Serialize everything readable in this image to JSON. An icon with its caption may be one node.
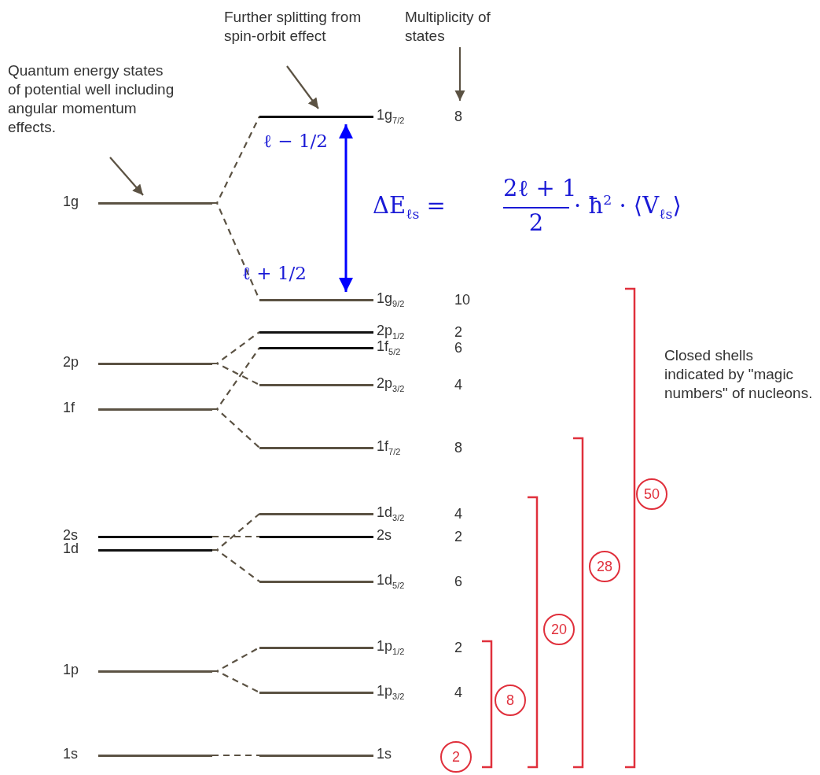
{
  "diagram": {
    "nodes": [
      {
        "text": [
          "Quantum energy states of potential well including angular momentum effects."
        ]
      },
      {
        "text": [
          "Further splitting from spin-orbit effect"
        ]
      },
      {
        "text": [
          "Multiplicity of states"
        ]
      },
      {
        "text": [
          "1g"
        ]
      },
      {
        "text": [
          "1g$_{7/2}$"
        ],
        "beside": [
          "8"
        ]
      },
      {
        "text": [
          "1g$_{9/2}$"
        ],
        "beside": [
          "10"
        ]
      },
      {
        "text": [
          "2p$_{1/2}$"
        ],
        "beside": [
          "2"
        ]
      },
      {
        "text": [
          "1f$_{5/2}$"
        ],
        "beside": [
          "6"
        ]
      },
      {
        "text": [
          "2p"
        ]
      },
      {
        "text": [
          "2p$_{3/2}$"
        ],
        "beside": [
          "4"
        ]
      },
      {
        "text": [
          "1f"
        ]
      },
      {
        "text": [
          "1f$_{7/2}$"
        ],
        "beside": [
          "8"
        ]
      },
      {
        "text": [
          "1d$_{3/2}$"
        ],
        "beside": [
          "4"
        ]
      },
      {
        "text": [
          "2s"
        ]
      },
      {
        "text": [
          "2s"
        ],
        "beside": [
          "2"
        ]
      },
      {
        "text": [
          "1d"
        ]
      },
      {
        "text": [
          "1d$_{5/2}$"
        ],
        "beside": [
          "6"
        ]
      },
      {
        "text": [
          "1p$_{1/2}$"
        ],
        "beside": [
          "2"
        ]
      },
      {
        "text": [
          "1p"
        ]
      },
      {
        "text": [
          "1p$_{3/2}$"
        ],
        "beside": [
          "4"
        ]
      },
      {
        "text": [
          "1s"
        ]
      },
      {
        "text": [
          "1s"
        ]
      },
      {
        "text": [
          "50"
        ]
      },
      {
        "text": [
          "28"
        ]
      },
      {
        "text": [
          "20"
        ]
      },
      {
        "text": [
          "8"
        ]
      },
      {
        "text": [
          "2"
        ]
      }
    ],
    "edges": [
      {
        "from": 0,
        "to": 3,
        "arrow": "to"
      },
      {
        "from": 1,
        "to": 4,
        "arrow": "to"
      },
      {
        "from": 2,
        "to": 4,
        "arrow": "to"
      },
      {
        "from": 3,
        "to": 4,
        "arrow": "none",
        "style": "dashed"
      },
      {
        "from": 3,
        "to": 5,
        "arrow": "none",
        "style": "dashed"
      },
      {
        "from": 4,
        "to": 5,
        "arrow": "both",
        "color": "#0000ff"
      },
      {
        "from": 8,
        "to": 6,
        "arrow": "none",
        "style": "dashed"
      },
      {
        "from": 8,
        "to": 9,
        "arrow": "none",
        "style": "dashed"
      },
      {
        "from": 10,
        "to": 7,
        "arrow": "none",
        "style": "dashed"
      },
      {
        "from": 10,
        "to": 11,
        "arrow": "none",
        "style": "dashed"
      },
      {
        "from": 15,
        "to": 12,
        "arrow": "none",
        "style": "dashed"
      },
      {
        "from": 13,
        "to": 14,
        "arrow": "none",
        "style": "dashed"
      },
      {
        "from": 15,
        "to": 16,
        "arrow": "none",
        "style": "dashed"
      },
      {
        "from": 18,
        "to": 17,
        "arrow": "none",
        "style": "dashed"
      },
      {
        "from": 18,
        "to": 19,
        "arrow": "none",
        "style": "dashed"
      },
      {
        "from": 20,
        "to": 21,
        "arrow": "none",
        "style": "dashed"
      }
    ],
    "labels": [
      "ℓ − 1/2",
      "ΔE$_{ℓs}$ =",
      "2ℓ + 1",
      "2",
      "· ħ$^{2}$ · ⟨V$_{ℓs}$⟩",
      "ℓ + 1/2",
      "Closed shells indicated by \"magic numbers\" of nucleons."
    ]
  }
}
